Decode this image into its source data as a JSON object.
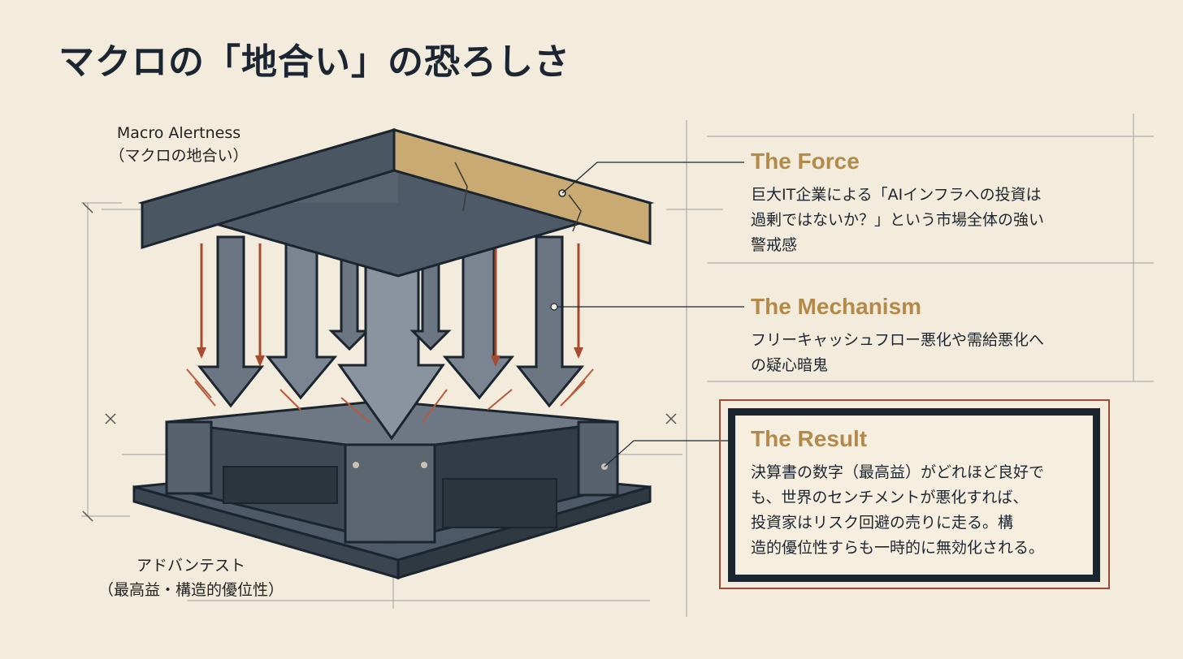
{
  "title": "マクロの「地合い」の恐ろしさ",
  "diagram": {
    "top_label": [
      "Macro Alertness",
      "（マクロの地合い）"
    ],
    "bottom_label": [
      "アドバンテスト",
      "（最高益・構造的優位性）"
    ]
  },
  "panels": [
    {
      "heading": "The Force",
      "lines": [
        "巨大IT企業による「AIインフラへの投資は",
        "過剰ではないか？」という市場全体の強い",
        "警戒感"
      ]
    },
    {
      "heading": "The Mechanism",
      "lines": [
        "フリーキャッシュフロー悪化や需給悪化へ",
        "の疑心暗鬼"
      ]
    },
    {
      "heading": "The Result",
      "lines": [
        "決算書の数字（最高益）がどれほど良好で",
        "も、世界のセンチメントが悪化すれば、",
        "投資家はリスク回避の売りに走る。構",
        "造的優位性すらも一時的に無効化される。"
      ]
    }
  ],
  "colors": {
    "background": "#f3ecdc",
    "slate": "#4a5663",
    "dark": "#1a2530",
    "gold": "#b48a4a",
    "rust": "#9c4b33"
  }
}
